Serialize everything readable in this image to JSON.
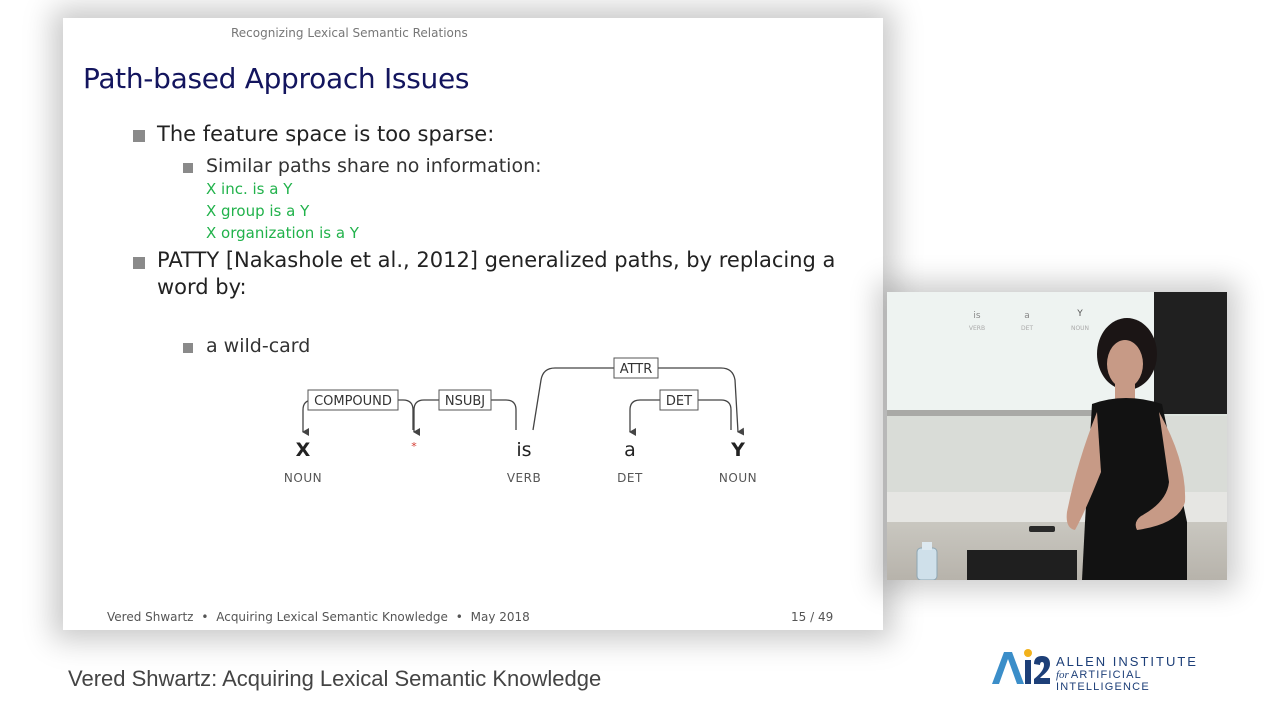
{
  "slide": {
    "header": "Recognizing Lexical Semantic Relations",
    "title": "Path-based Approach Issues",
    "bullets": [
      {
        "text": "The feature space is too sparse:",
        "sub": {
          "text": "Similar paths share no information:",
          "examples": [
            "X inc. is a Y",
            "X group is a Y",
            "X organization is a Y"
          ]
        }
      },
      {
        "line1": "PATTY [Nakashole et al., 2012] generalized paths, by replacing a",
        "line2": "word by:",
        "sub": {
          "text": "a wild-card"
        }
      }
    ],
    "diagram": {
      "arc_labels": [
        "COMPOUND",
        "NSUBJ",
        "ATTR",
        "DET"
      ],
      "words": [
        "X",
        "*",
        "is",
        "a",
        "Y"
      ],
      "pos_tags": [
        "NOUN",
        "VERB",
        "DET",
        "NOUN"
      ]
    },
    "footer": {
      "author": "Vered Shwartz",
      "sep": "•",
      "talk": "Acquiring Lexical Semantic Knowledge",
      "date": "May 2018",
      "page": "15 / 49"
    }
  },
  "speaker_video": {
    "screen_words": [
      "is",
      "a",
      "Y"
    ],
    "screen_tags": [
      "VERB",
      "DET",
      "NOUN"
    ]
  },
  "caption": "Vered Shwartz: Acquiring Lexical Semantic Knowledge",
  "logo": {
    "mark": "AI2",
    "line1": "ALLEN INSTITUTE",
    "line2_for": "for",
    "line2": "ARTIFICIAL INTELLIGENCE"
  },
  "colors": {
    "title": "#13155e",
    "example_green": "#21b24b",
    "wildcard_red": "#d43a2f",
    "logo_blue": "#1d3f78"
  }
}
